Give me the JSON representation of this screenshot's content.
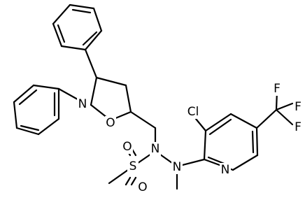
{
  "molecule": {
    "atom_labels": {
      "n_isoxazolidine": "N",
      "o_isoxazolidine": "O",
      "n_sulfonyl_hydrazide": "N",
      "n_methyl_hydrazide": "N",
      "n_pyridine": "N",
      "s_sulfonyl": "S",
      "o_sulfonyl_1": "O",
      "o_sulfonyl_2": "O",
      "cl_pyridine": "Cl",
      "f_cf3_1": "F",
      "f_cf3_2": "F",
      "f_cf3_3": "F"
    }
  }
}
